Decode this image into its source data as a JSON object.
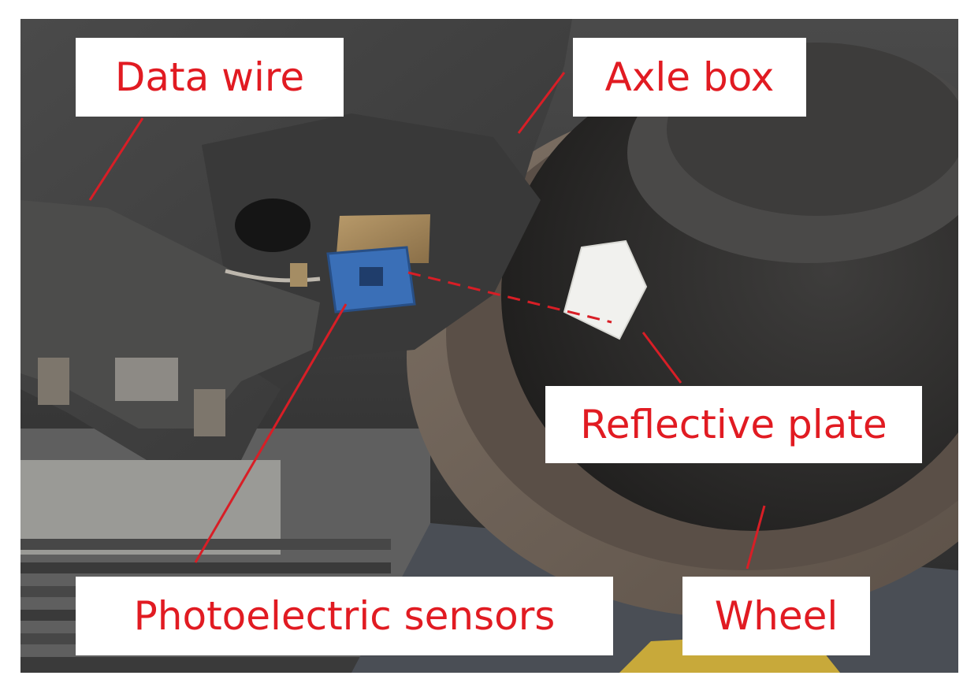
{
  "figure": {
    "labels": {
      "data_wire": "Data wire",
      "axle_box": "Axle box",
      "reflective_plate": "Reflective plate",
      "photoelectric_sensors": "Photoelectric sensors",
      "wheel": "Wheel"
    },
    "colors": {
      "label_text": "#e11b22",
      "leader_line": "#d81e26",
      "label_background": "#ffffff",
      "frame_dark": "#3b3b3b",
      "wheel_dark": "#2f2e2d",
      "wheel_rim": "#6b5f55",
      "sensor_blue": "#3a6fb7",
      "reflective_plate_white": "#f2f2ef"
    }
  }
}
